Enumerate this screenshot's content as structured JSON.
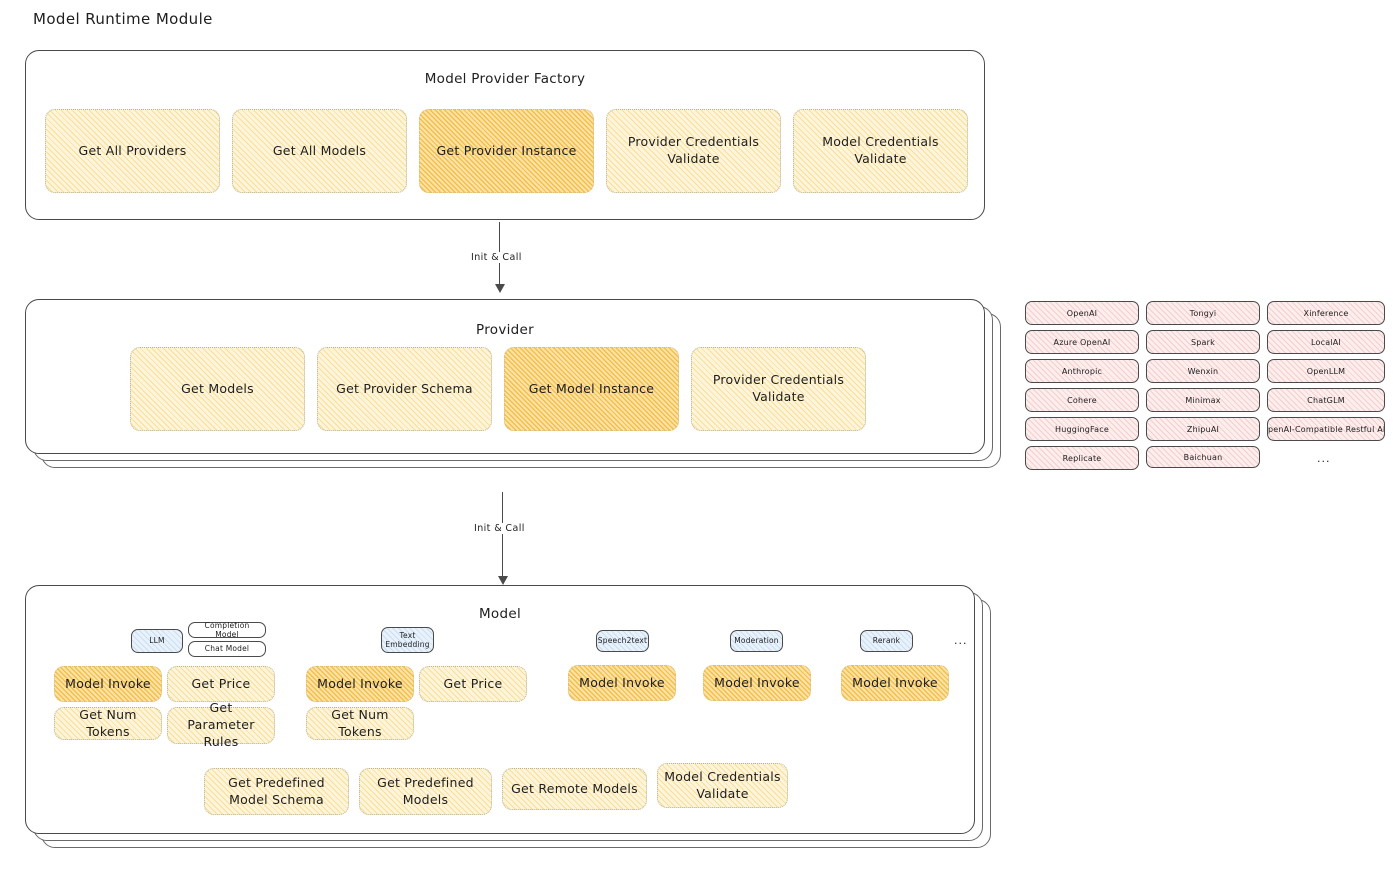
{
  "page": {
    "title": "Model Runtime Module"
  },
  "factory": {
    "title": "Model Provider Factory",
    "boxes": [
      {
        "label": "Get All Providers",
        "highlighted": false
      },
      {
        "label": "Get All Models",
        "highlighted": false
      },
      {
        "label": "Get Provider Instance",
        "highlighted": true
      },
      {
        "label": "Provider Credentials Validate",
        "highlighted": false
      },
      {
        "label": "Model Credentials Validate",
        "highlighted": false
      }
    ]
  },
  "arrows": [
    {
      "label": "Init & Call",
      "from": "Model Provider Factory",
      "to": "Provider"
    },
    {
      "label": "Init & Call",
      "from": "Provider",
      "to": "Model"
    }
  ],
  "provider": {
    "title": "Provider",
    "boxes": [
      {
        "label": "Get Models",
        "highlighted": false
      },
      {
        "label": "Get Provider Schema",
        "highlighted": false
      },
      {
        "label": "Get Model Instance",
        "highlighted": true
      },
      {
        "label": "Provider Credentials Validate",
        "highlighted": false
      }
    ]
  },
  "provider_list": {
    "columns": [
      {
        "items": [
          "OpenAI",
          "Azure OpenAI",
          "Anthropic",
          "Cohere",
          "HuggingFace",
          "Replicate"
        ]
      },
      {
        "items": [
          "Tongyi",
          "Spark",
          "Wenxin",
          "Minimax",
          "ZhipuAI",
          "Baichuan"
        ]
      },
      {
        "items": [
          "Xinference",
          "LocalAI",
          "OpenLLM",
          "ChatGLM",
          "OpenAI-Compatible Restful API"
        ]
      }
    ],
    "more": "..."
  },
  "model": {
    "title": "Model",
    "more": "...",
    "types": [
      {
        "badge": "LLM",
        "badge_style": "blue",
        "sub_badges": [
          "Completion Model",
          "Chat Model"
        ],
        "methods_row1": [
          {
            "label": "Model Invoke",
            "highlighted": true
          },
          {
            "label": "Get Price",
            "highlighted": false
          }
        ],
        "methods_row2": [
          {
            "label": "Get Num Tokens",
            "highlighted": false
          },
          {
            "label": "Get Parameter Rules",
            "highlighted": false
          }
        ]
      },
      {
        "badge": "Text Embedding",
        "badge_style": "blue",
        "sub_badges": [],
        "methods_row1": [
          {
            "label": "Model Invoke",
            "highlighted": true
          },
          {
            "label": "Get Price",
            "highlighted": false
          }
        ],
        "methods_row2": [
          {
            "label": "Get Num Tokens",
            "highlighted": false
          }
        ]
      },
      {
        "badge": "Speech2text",
        "badge_style": "blue",
        "sub_badges": [],
        "methods_row1": [
          {
            "label": "Model Invoke",
            "highlighted": true
          }
        ],
        "methods_row2": []
      },
      {
        "badge": "Moderation",
        "badge_style": "blue",
        "sub_badges": [],
        "methods_row1": [
          {
            "label": "Model Invoke",
            "highlighted": true
          }
        ],
        "methods_row2": []
      },
      {
        "badge": "Rerank",
        "badge_style": "blue",
        "sub_badges": [],
        "methods_row1": [
          {
            "label": "Model Invoke",
            "highlighted": true
          }
        ],
        "methods_row2": []
      }
    ],
    "shared_methods": [
      {
        "label": "Get Predefined Model Schema"
      },
      {
        "label": "Get Predefined Models"
      },
      {
        "label": "Get Remote Models"
      },
      {
        "label": "Model Credentials Validate"
      }
    ]
  },
  "colors": {
    "highlight_fill": "#fbe2a6",
    "soft_fill": "#fdf5db",
    "provider_chip_fill": "#fdeeee",
    "model_badge_fill": "#e9f2fb",
    "stroke": "#4a4a4a"
  }
}
